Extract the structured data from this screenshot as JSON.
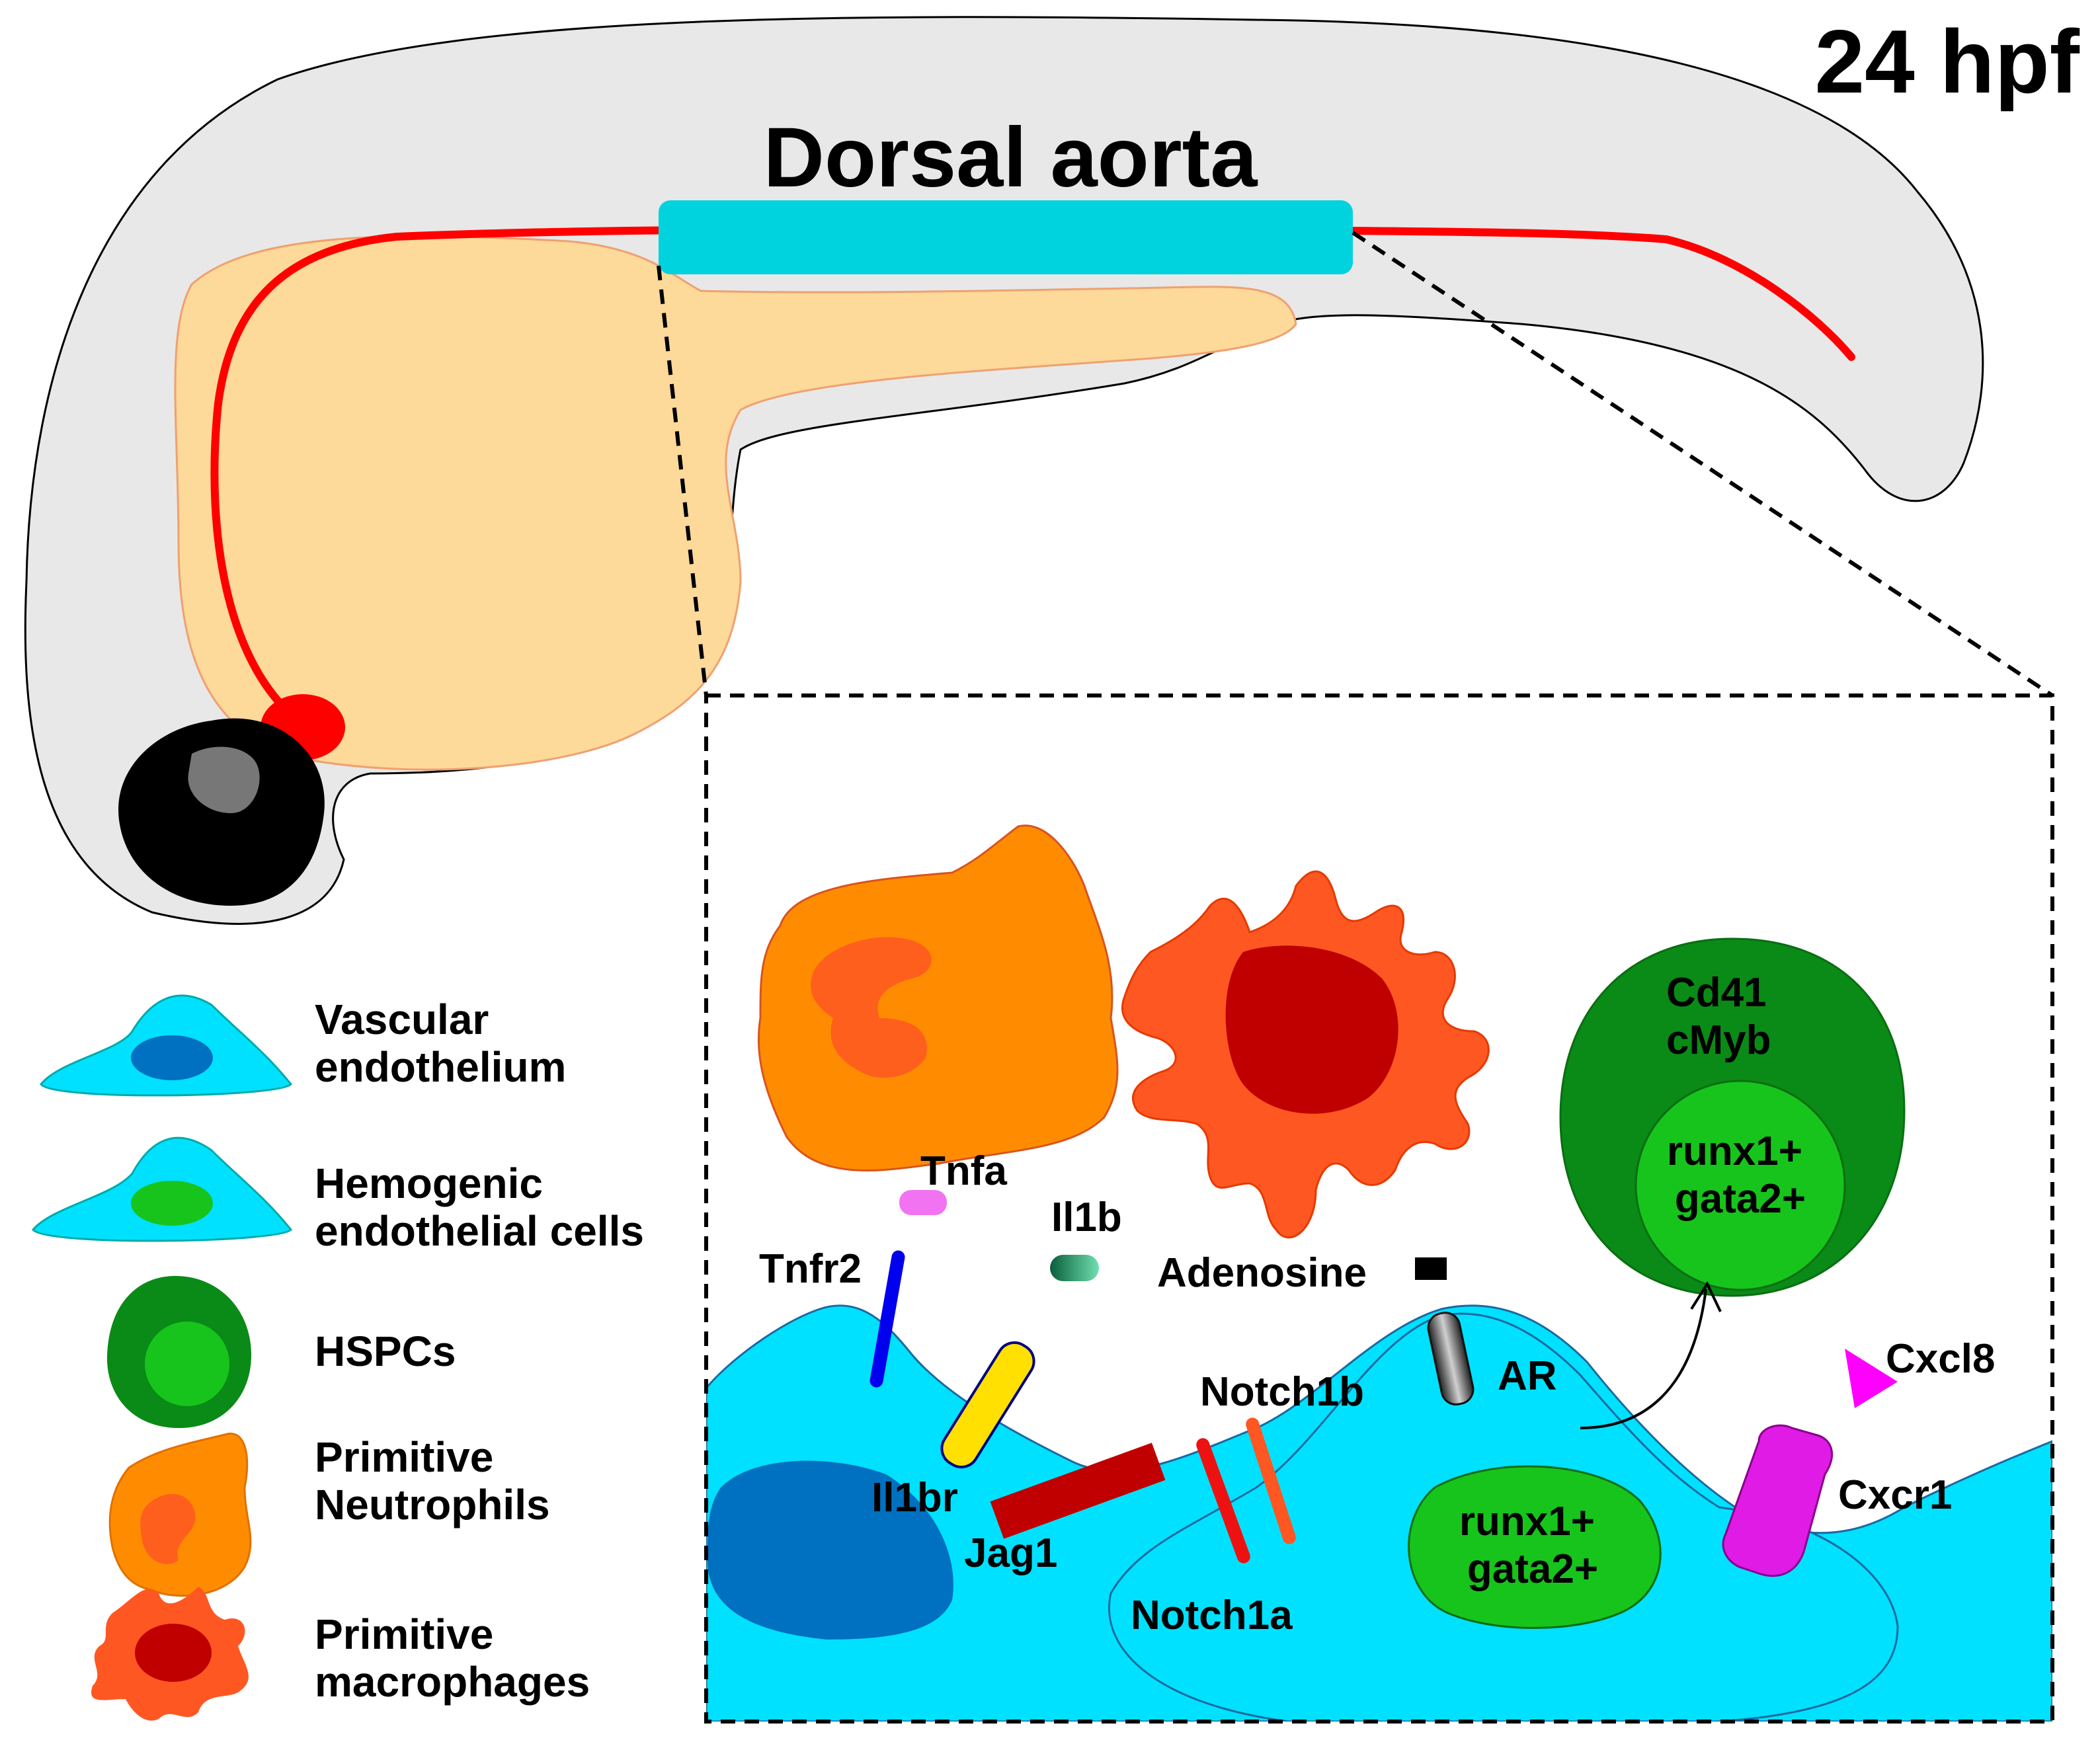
{
  "stage_label": "24 hpf",
  "aorta_label": "Dorsal aorta",
  "legend": {
    "vascular_endothelium": [
      "Vascular",
      "endothelium"
    ],
    "hemogenic_endothelial_cells": [
      "Hemogenic",
      "endothelial cells"
    ],
    "hspcs": [
      "HSPCs"
    ],
    "primitive_neutrophils": [
      "Primitive",
      "Neutrophils"
    ],
    "primitive_macrophages": [
      "Primitive",
      "macrophages"
    ]
  },
  "molecules": {
    "tnfa": "Tnfa",
    "tnfr2": "Tnfr2",
    "il1b": "Il1b",
    "il1br": "Il1br",
    "jag1": "Jag1",
    "adenosine": "Adenosine",
    "ar": "AR",
    "notch1b": "Notch1b",
    "notch1a": "Notch1a",
    "cxcl8": "Cxcl8",
    "cxcr1": "Cxcr1"
  },
  "hspc_markers": [
    "Cd41",
    "cMyb"
  ],
  "hspc_nucleus_markers": [
    "runx1+",
    "gata2+"
  ],
  "hemogenic_nucleus_markers": [
    "runx1+",
    "gata2+"
  ],
  "colors": {
    "embryo_body": "#e8e8e8",
    "yolk": "#fdd99a",
    "aorta": "#00d2de",
    "vessel_red": "#ff0000",
    "endothelium": "#00e1ff",
    "endothelium_nucleus": "#0070c0",
    "hspc_outer": "#0a8a16",
    "hspc_inner": "#17c41c",
    "neutrophil": "#ff8c00",
    "macrophage": "#ff5722",
    "macrophage_nucleus": "#c00000",
    "cxcr1": "#e01be6"
  }
}
